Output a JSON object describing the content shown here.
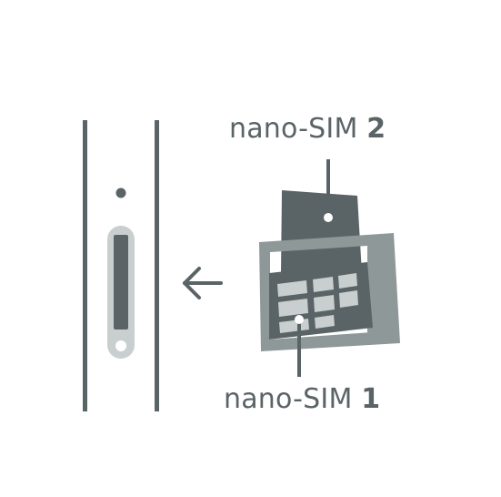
{
  "labels": {
    "sim2": {
      "text": "nano-SIM ",
      "number": "2"
    },
    "sim1": {
      "text": "nano-SIM ",
      "number": "1"
    }
  },
  "colors": {
    "dark": "#5a6466",
    "tray": "#8e9899",
    "light": "#c9cfcf",
    "background": "#ffffff"
  },
  "icons": {
    "arrow": "left-arrow-icon"
  }
}
